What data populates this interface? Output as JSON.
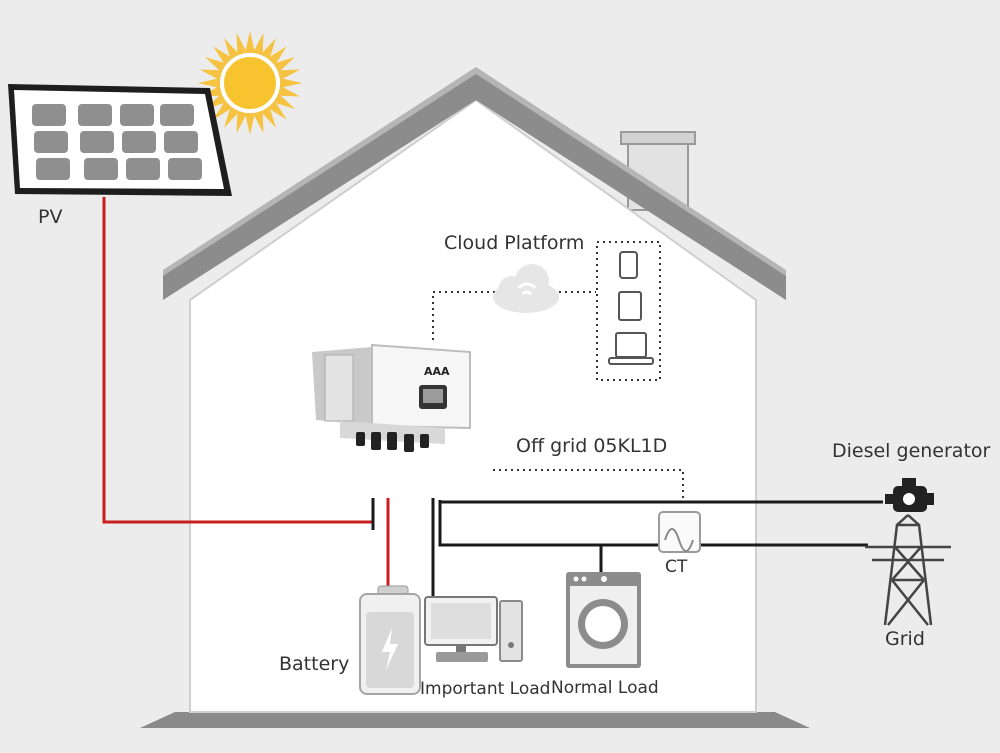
{
  "labels": {
    "pv": "PV",
    "cloud": "Cloud Platform",
    "inverter_model": "Off grid 05KL1D",
    "diesel": "Diesel generator",
    "ct": "CT",
    "grid": "Grid",
    "battery": "Battery",
    "important_load": "Important Load",
    "normal_load": "Normal Load"
  },
  "colors": {
    "pv_line": "#c81e1e",
    "house": "#ffffff",
    "roof": "#8c8c8c",
    "wire": "#1a1a1a"
  }
}
